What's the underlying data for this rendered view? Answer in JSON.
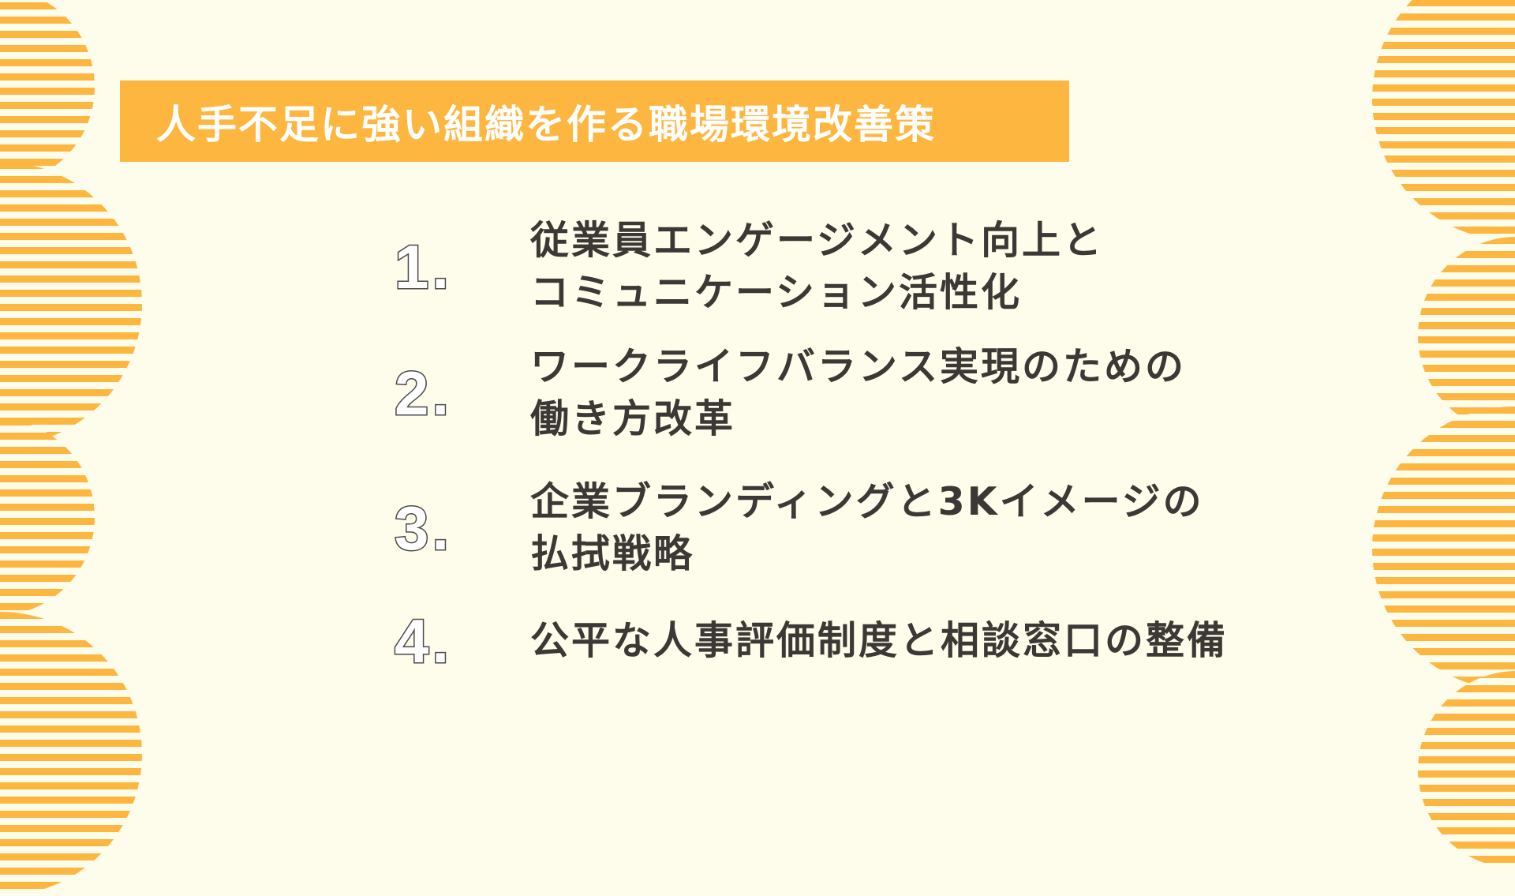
{
  "slide": {
    "title": "人手不足に強い組織を作る職場環境改善策",
    "colors": {
      "background": "#FEFCEA",
      "accent": "#FDB740",
      "title_text": "#FFFFFF",
      "body_text": "#3C3836",
      "number_outline": "#4A4A4A"
    },
    "items": [
      {
        "number": "1.",
        "line1": "従業員エンゲージメント向上と",
        "line2": "コミュニケーション活性化"
      },
      {
        "number": "2.",
        "line1": "ワークライフバランス実現のための",
        "line2": "働き方改革"
      },
      {
        "number": "3.",
        "line1": "企業ブランディングと3Kイメージの",
        "line2": "払拭戦略"
      },
      {
        "number": "4.",
        "line1": "公平な人事評価制度と相談窓口の整備",
        "line2": ""
      }
    ]
  }
}
